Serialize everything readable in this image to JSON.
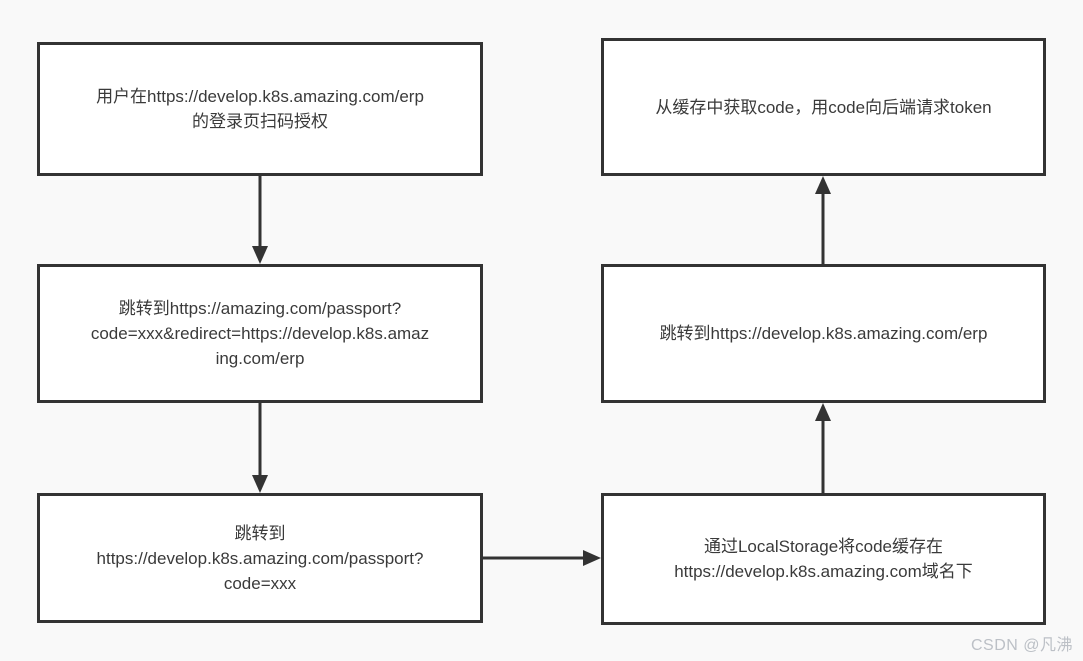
{
  "diagram": {
    "type": "flowchart",
    "title": "",
    "nodes": [
      {
        "id": "user-scan-auth",
        "text": "用户在https://develop.k8s.amazing.com/erp\n的登录页扫码授权"
      },
      {
        "id": "fetch-code-request-token",
        "text": "从缓存中获取code，用code向后端请求token"
      },
      {
        "id": "redirect-passport-with-redirect",
        "text": "跳转到https://amazing.com/passport?\ncode=xxx&redirect=https://develop.k8s.amaz\ning.com/erp"
      },
      {
        "id": "redirect-back-to-erp",
        "text": "跳转到https://develop.k8s.amazing.com/erp"
      },
      {
        "id": "redirect-develop-passport",
        "text": "跳转到\nhttps://develop.k8s.amazing.com/passport?\ncode=xxx"
      },
      {
        "id": "localstorage-cache-code",
        "text": "通过LocalStorage将code缓存在\nhttps://develop.k8s.amazing.com域名下"
      }
    ],
    "edges": [
      {
        "from": "user-scan-auth",
        "to": "redirect-passport-with-redirect",
        "direction": "down"
      },
      {
        "from": "redirect-passport-with-redirect",
        "to": "redirect-develop-passport",
        "direction": "down"
      },
      {
        "from": "redirect-develop-passport",
        "to": "localstorage-cache-code",
        "direction": "right"
      },
      {
        "from": "localstorage-cache-code",
        "to": "redirect-back-to-erp",
        "direction": "up"
      },
      {
        "from": "redirect-back-to-erp",
        "to": "fetch-code-request-token",
        "direction": "up"
      }
    ],
    "colors": {
      "background": "#f9f9f9",
      "node_fill": "#ffffff",
      "node_border": "#333333",
      "arrow": "#333333",
      "text": "#3a3a3a",
      "watermark": "#bcc0c6"
    }
  },
  "watermark": {
    "text": "CSDN @凡沸"
  }
}
